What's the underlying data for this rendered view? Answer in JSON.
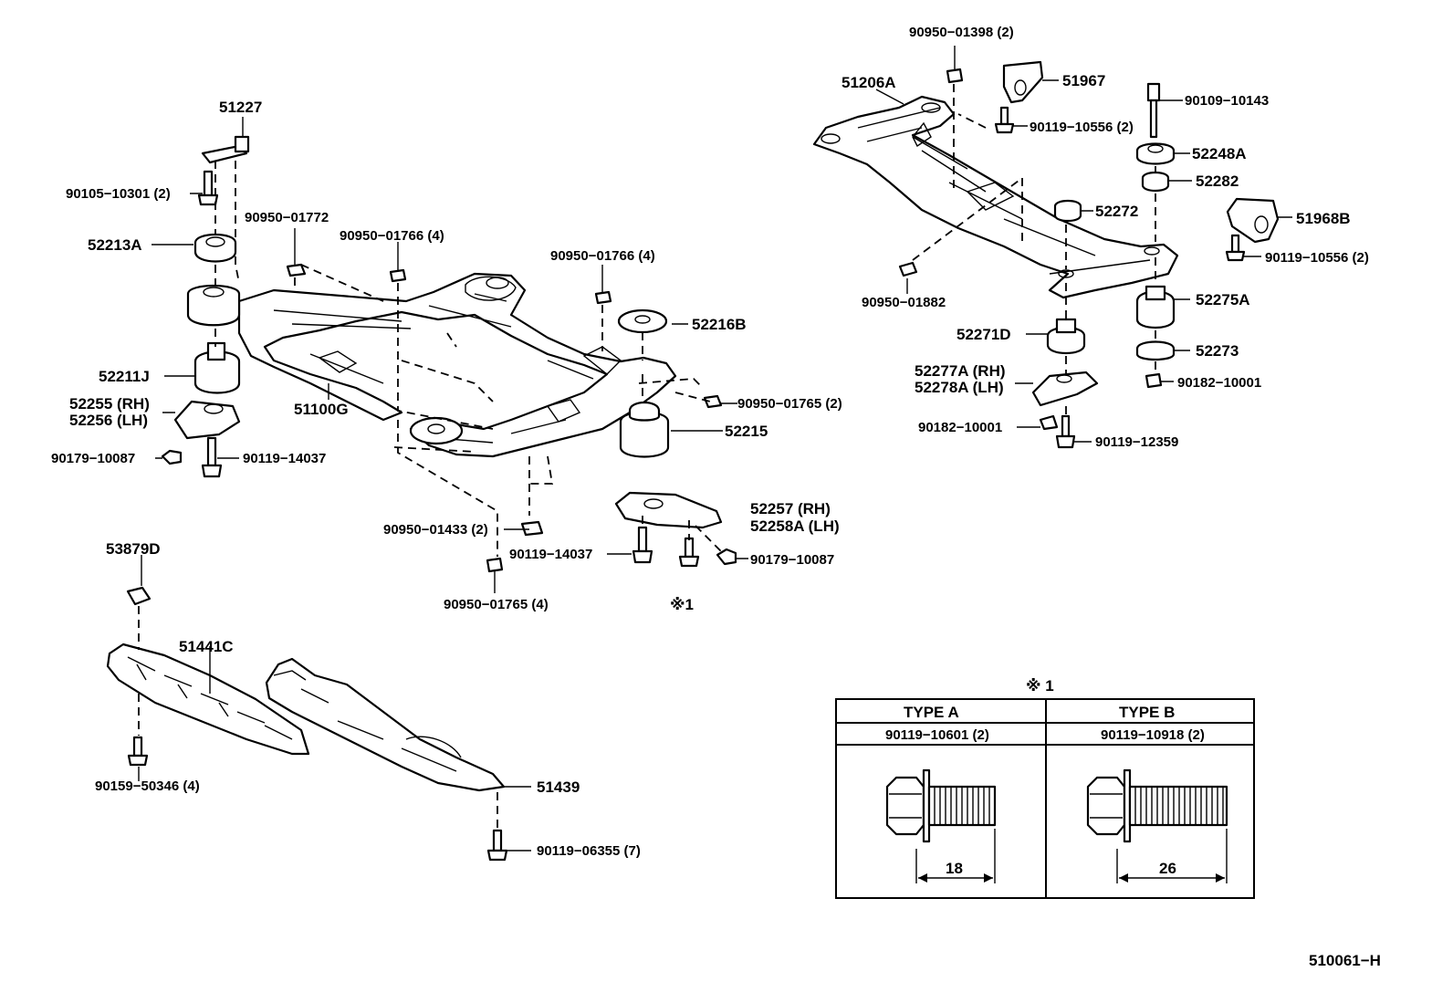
{
  "labels": {
    "p51227": "51227",
    "p90105_10301": "90105−10301 (2)",
    "p52213A": "52213A",
    "p90950_01772": "90950−01772",
    "p90950_01766_a": "90950−01766 (4)",
    "p90950_01766_b": "90950−01766 (4)",
    "p52216B": "52216B",
    "p52211J": "52211J",
    "p52255": "52255 (RH)",
    "p52256": "52256 (LH)",
    "p51100G": "51100G",
    "p90950_01765_a": "90950−01765 (2)",
    "p52215": "52215",
    "p90179_10087_a": "90179−10087",
    "p90119_14037_a": "90119−14037",
    "p52257": "52257  (RH)",
    "p52258A": "52258A (LH)",
    "p90950_01433": "90950−01433 (2)",
    "p90119_14037_b": "90119−14037",
    "p90179_10087_b": "90179−10087",
    "p90950_01765_b": "90950−01765 (4)",
    "p_note1": "※1",
    "p53879D": "53879D",
    "p51441C": "51441C",
    "p90159_50346": "90159−50346 (4)",
    "p51439": "51439",
    "p90119_06355": "90119−06355 (7)",
    "p90950_01398": "90950−01398 (2)",
    "p51206A": "51206A",
    "p51967": "51967",
    "p90109_10143": "90109−10143",
    "p90119_10556_a": "90119−10556 (2)",
    "p52248A": "52248A",
    "p52282": "52282",
    "p52272": "52272",
    "p51968B": "51968B",
    "p90119_10556_b": "90119−10556 (2)",
    "p90950_01882": "90950−01882",
    "p52275A": "52275A",
    "p52271D": "52271D",
    "p52273": "52273",
    "p52277A": "52277A (RH)",
    "p52278A": "52278A (LH)",
    "p90182_10001_a": "90182−10001",
    "p90182_10001_b": "90182−10001",
    "p90119_12359": "90119−12359"
  },
  "note_table": {
    "title": "※ 1",
    "type_a": {
      "header": "TYPE A",
      "part": "90119−10601 (2)",
      "length": "18"
    },
    "type_b": {
      "header": "TYPE B",
      "part": "90119−10918 (2)",
      "length": "26"
    }
  },
  "figure_id": "510061−H",
  "icons": [
    "bolt-icon",
    "nut-icon",
    "bushing-icon",
    "bracket-icon",
    "frame-icon",
    "cover-icon"
  ]
}
